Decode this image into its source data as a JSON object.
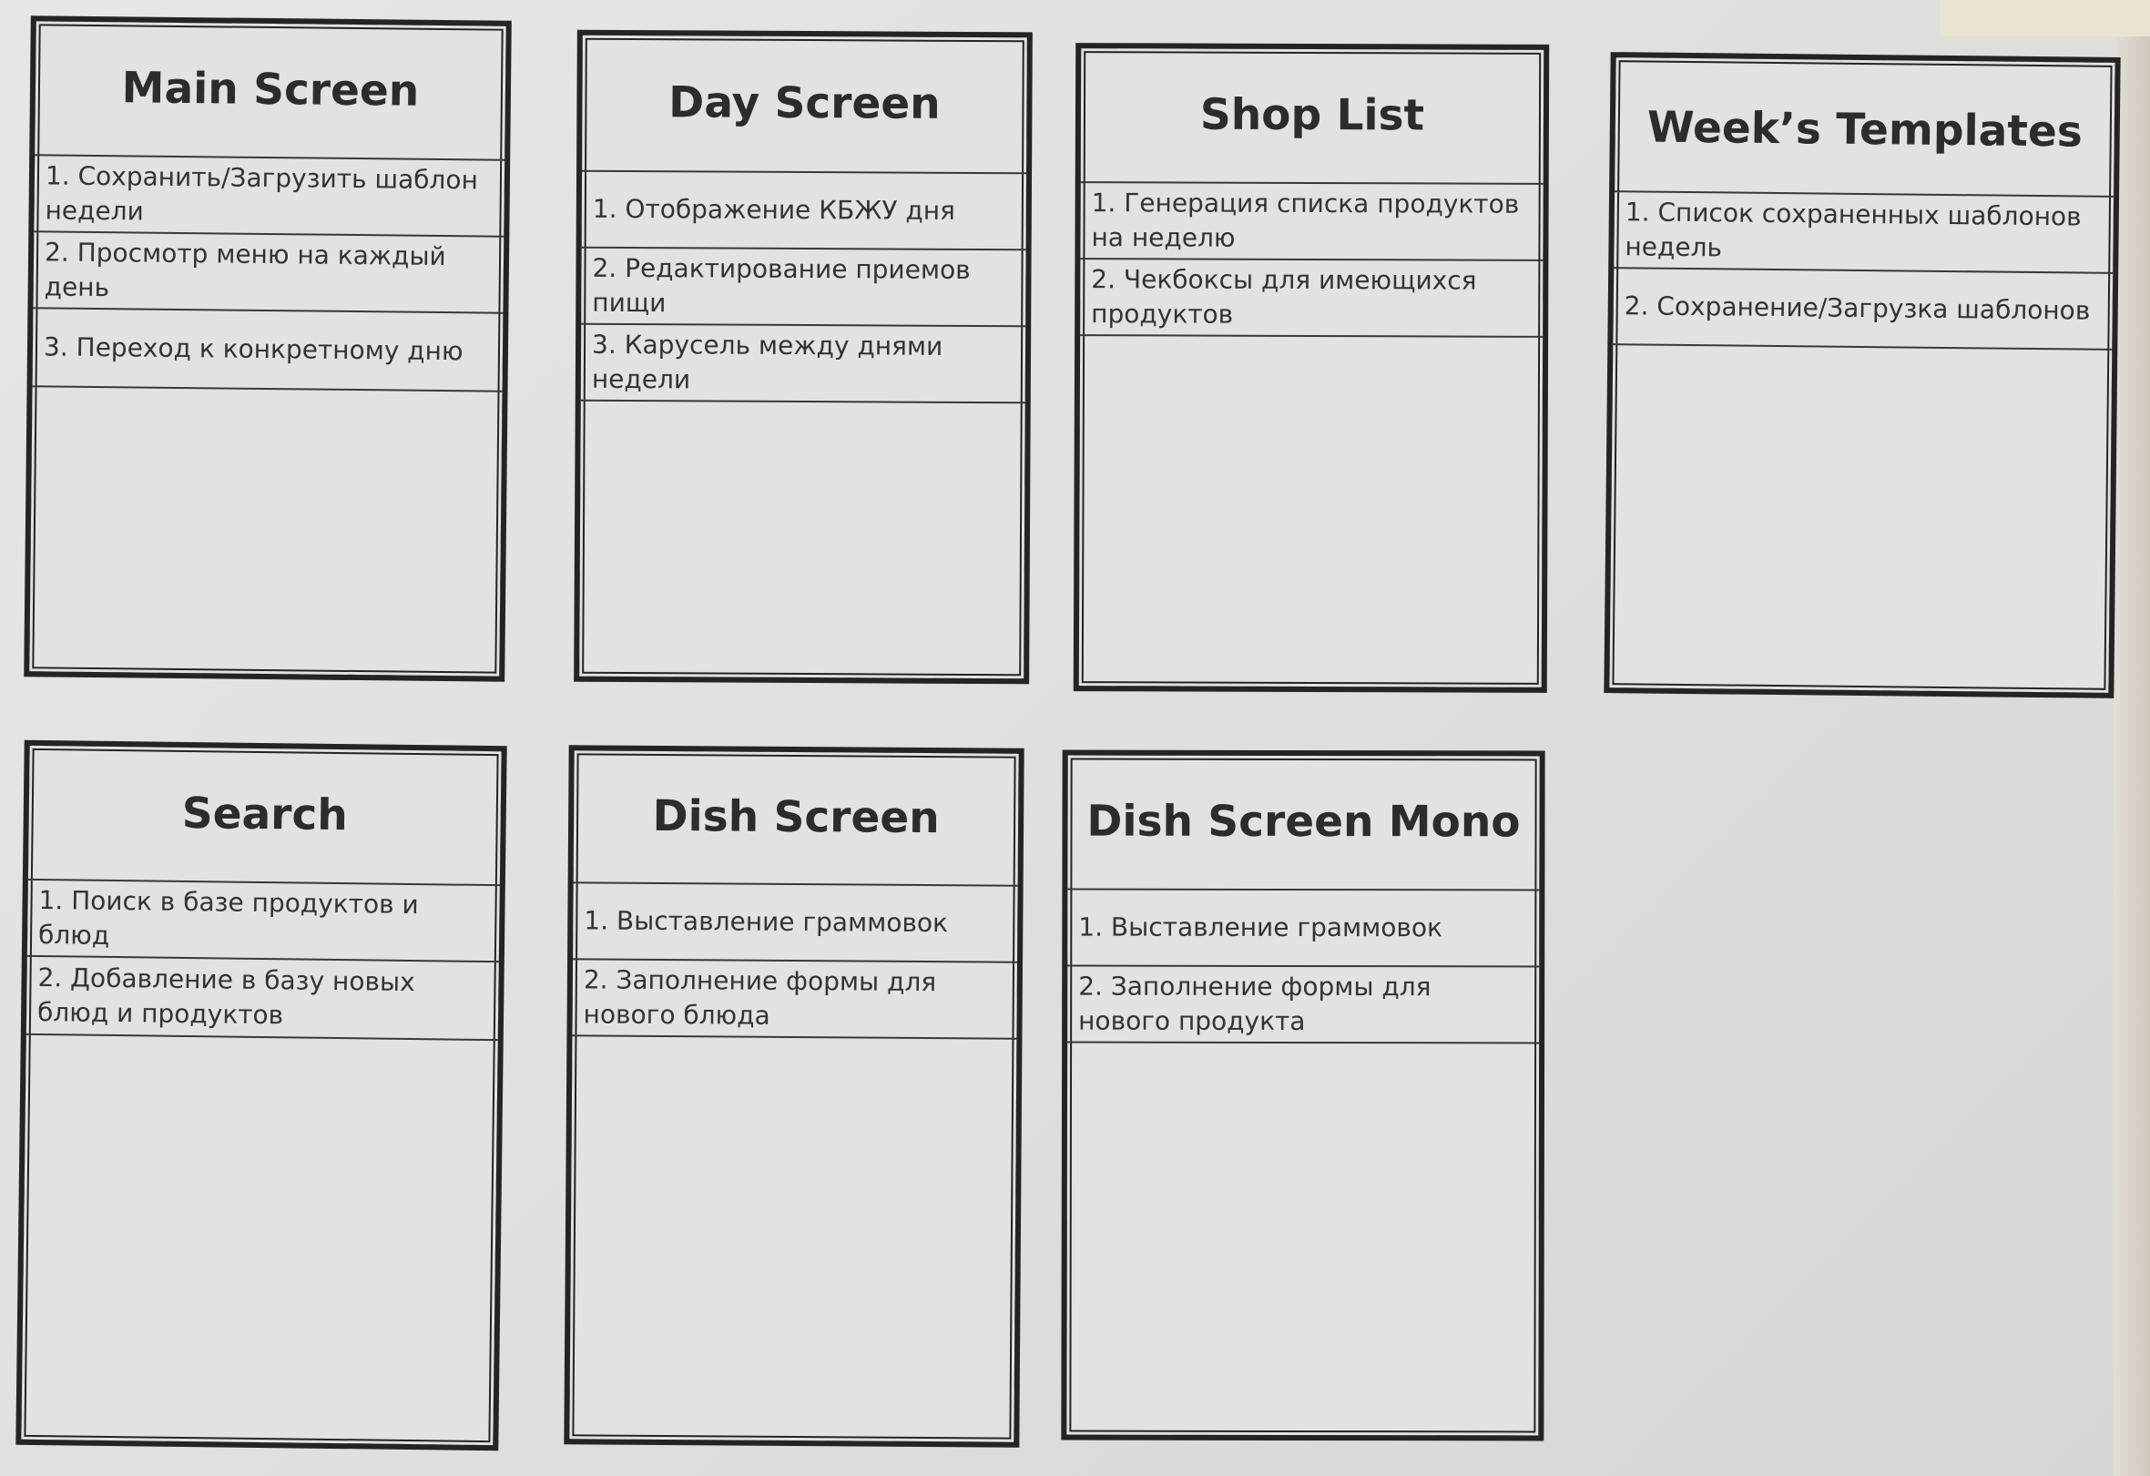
{
  "cards": [
    {
      "title": "Main Screen",
      "items": [
        "1. Сохранить/Загрузить шаблон недели",
        "2. Просмотр меню на каждый день",
        "3. Переход к конкретному дню"
      ]
    },
    {
      "title": "Day Screen",
      "items": [
        "1. Отображение КБЖУ дня",
        "2. Редактирование приемов пищи",
        "3. Карусель между днями недели"
      ]
    },
    {
      "title": "Shop List",
      "items": [
        "1. Генерация списка продуктов на неделю",
        "2. Чекбоксы для имеющихся продуктов"
      ]
    },
    {
      "title": "Week’s Templates",
      "items": [
        "1. Список сохраненных шаблонов недель",
        "2. Сохранение/Загрузка шаблонов"
      ]
    },
    {
      "title": "Search",
      "items": [
        "1. Поиск в базе продуктов и блюд",
        "2. Добавление в базу новых блюд и продуктов"
      ]
    },
    {
      "title": "Dish Screen",
      "items": [
        "1. Выставление граммовок",
        "2. Заполнение формы для нового блюда"
      ]
    },
    {
      "title": "Dish Screen Mono",
      "items": [
        "1. Выставление граммовок",
        "2. Заполнение формы для нового продукта"
      ]
    }
  ]
}
